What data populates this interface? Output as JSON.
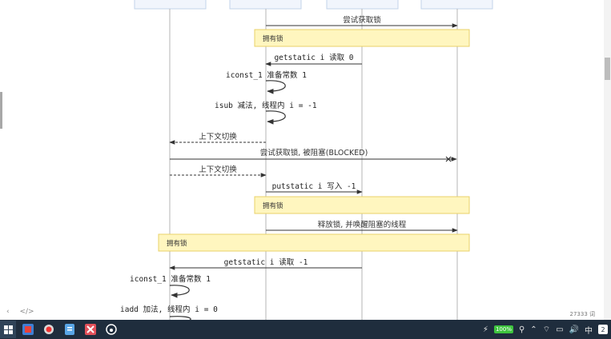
{
  "messages": [
    {
      "text": "尝试获取锁"
    },
    {
      "text": "getstatic i 读取 0"
    },
    {
      "text": "iconst_1 准备常数 1"
    },
    {
      "text": "isub 减法, 线程内 i = -1"
    },
    {
      "text": "上下文切换"
    },
    {
      "text": "尝试获取锁, 被阻塞(BLOCKED)"
    },
    {
      "text": "上下文切换"
    },
    {
      "text": "putstatic i 写入 -1"
    },
    {
      "text": "释放锁, 并唤醒阻塞的线程"
    },
    {
      "text": "getstatic i 读取 -1"
    },
    {
      "text": "iconst_1 准备常数 1"
    },
    {
      "text": "iadd 加法, 线程内 i = 0"
    }
  ],
  "notes": [
    {
      "text": "拥有锁"
    },
    {
      "text": "拥有锁"
    },
    {
      "text": "拥有锁"
    }
  ],
  "colors": {
    "note_fill": "#fff6bf",
    "note_border": "#e8d26a",
    "participant_fill": "#f1f5fc",
    "participant_border": "#c3d3ea",
    "lifeline": "#b5b5b5",
    "arrow": "#333333",
    "taskbar": "#1f2d3d"
  },
  "editor_status": {
    "left_icons": [
      "back-icon",
      "code-icon"
    ],
    "word_count": "27333 词"
  },
  "taskbar": {
    "apps": [
      "windows-start-icon",
      "intellij-icon",
      "record-icon",
      "notes-icon",
      "xmind-icon",
      "typora-icon"
    ],
    "battery": "100%"
  }
}
